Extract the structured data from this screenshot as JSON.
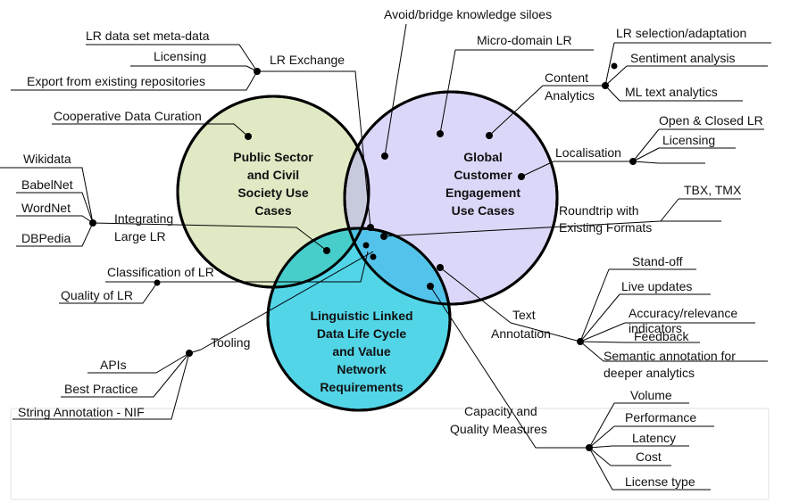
{
  "circles": {
    "public": {
      "lines": [
        "Public Sector",
        "and Civil",
        "Society Use",
        "Cases"
      ],
      "color": "#dfe9c4"
    },
    "global": {
      "lines": [
        "Global",
        "Customer",
        "Engagement",
        "Use Cases"
      ],
      "color": "#cfcaf7"
    },
    "linguistic": {
      "lines": [
        "Linguistic Linked",
        "Data Life Cycle",
        "and Value",
        "Network",
        "Requirements"
      ],
      "color": "#4fd6e6"
    }
  },
  "labels": {
    "avoid_siloes": "Avoid/bridge knowledge siloes",
    "lr_metadata": "LR data set meta-data",
    "licensing_left": "Licensing",
    "export": "Export from existing repositories",
    "lr_exchange": "LR Exchange",
    "micro_domain": "Micro-domain LR",
    "lr_selection": "LR selection/adaptation",
    "sentiment": "Sentiment analysis",
    "content": "Content",
    "analytics": "Analytics",
    "ml_text": "ML text analytics",
    "coop_curation": "Cooperative Data Curation",
    "open_closed": "Open & Closed LR",
    "licensing_right": "Licensing",
    "localisation": "Localisation",
    "wikidata": "Wikidata",
    "babelnet": "BabelNet",
    "wordnet": "WordNet",
    "dbpedia": "DBPedia",
    "integrating": "Integrating",
    "large_lr": "Large LR",
    "tbx_tmx": "TBX, TMX",
    "roundtrip": "Roundtrip with",
    "existing_formats": "Existing Formats",
    "classification": "Classification of LR",
    "quality_lr": "Quality of LR",
    "stand_off": "Stand-off",
    "live_updates": "Live updates",
    "accuracy": "Accuracy/relevance",
    "indicators": "indicators",
    "feedback": "Feedback",
    "text": "Text",
    "annotation": "Annotation",
    "semantic": "Semantic annotation for",
    "deeper": "deeper analytics",
    "tooling": "Tooling",
    "apis": "APIs",
    "best_practice": "Best Practice",
    "string_annotation": "String Annotation - NIF",
    "capacity": "Capacity and",
    "quality_measures": "Quality Measures",
    "volume": "Volume",
    "performance": "Performance",
    "latency": "Latency",
    "cost": "Cost",
    "license_type": "License type"
  }
}
